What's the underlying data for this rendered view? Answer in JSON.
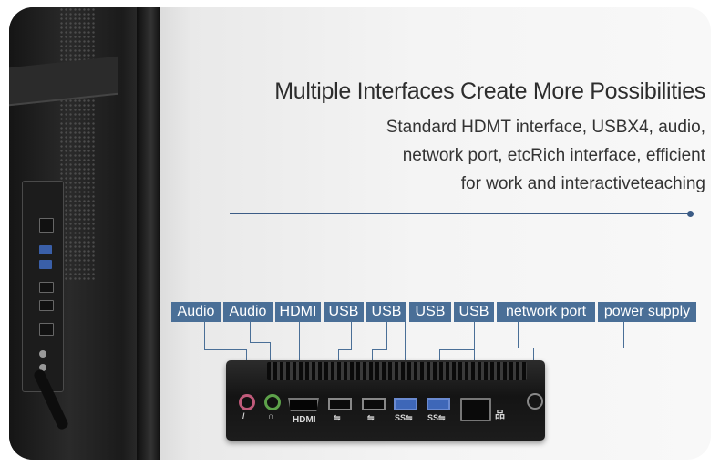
{
  "headline": "Multiple Interfaces Create More Possibilities",
  "description": {
    "line1": "Standard HDMT interface, USBX4, audio,",
    "line2": "network port, etcRich interface, efficient",
    "line3": "for work and interactiveteaching"
  },
  "port_labels": {
    "audio_mic": "Audio",
    "audio_headphone": "Audio",
    "hdmi": "HDMI",
    "usb1": "USB",
    "usb2": "USB",
    "usb3": "USB",
    "usb4": "USB",
    "network": "network port",
    "power": "power supply"
  },
  "device_glyphs": {
    "hdmi": "HDMI",
    "usb_a": "⇋",
    "usb_b": "⇋",
    "usb_c": "SS⇋",
    "usb_d": "SS⇋",
    "lan": "品",
    "headphone": "∩",
    "mic": "/"
  },
  "colors": {
    "label_bg": "#4a6f97",
    "rule": "#3c5c86",
    "usb3_blue": "#3e67b8"
  }
}
